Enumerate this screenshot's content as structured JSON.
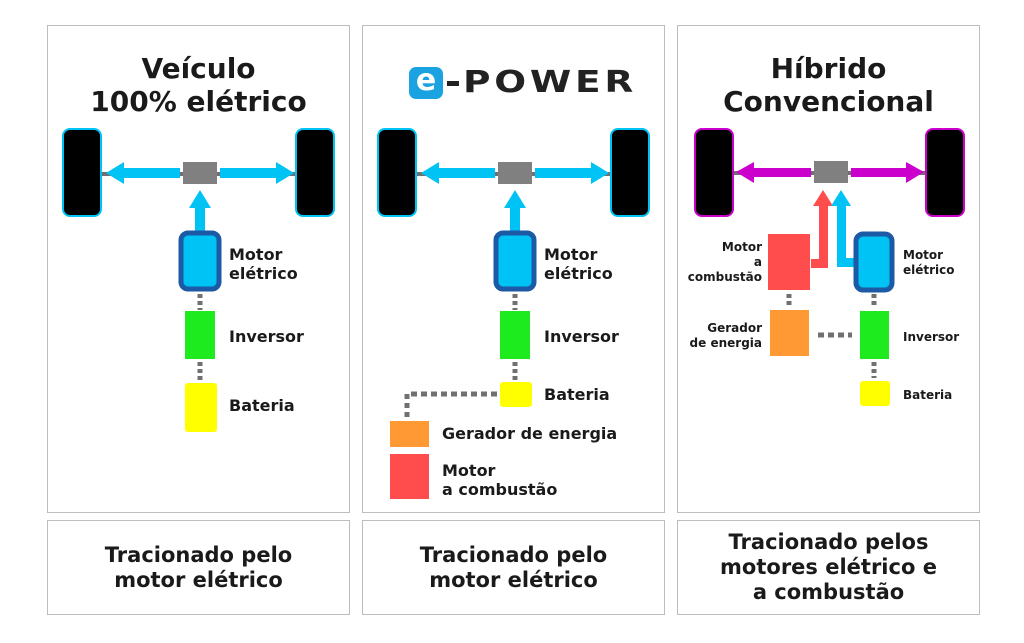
{
  "colors": {
    "electric": "#00c3f5",
    "electric_border": "#1d5aa5",
    "inverter": "#1eeb1e",
    "battery": "#ffff00",
    "generator": "#ff9933",
    "combustion": "#ff4d4d",
    "hybrid_arrow": "#cc00cc",
    "hub": "#808080",
    "connector": "#707070"
  },
  "panels": [
    {
      "title": "Veículo\n100% elétrico",
      "labels": {
        "motor": "Motor\nelétrico",
        "inverter": "Inversor",
        "battery": "Bateria"
      },
      "footer": "Tracionado pelo motor elétrico"
    },
    {
      "logo_text": "POWER",
      "logo_letter": "e",
      "labels": {
        "motor": "Motor\nelétrico",
        "inverter": "Inversor",
        "battery": "Bateria",
        "generator": "Gerador de energia",
        "combustion": "Motor\na combustão"
      },
      "footer": "Tracionado pelo motor elétrico"
    },
    {
      "title": "Híbrido\nConvencional",
      "labels": {
        "combustion": "Motor\na\ncombustão",
        "motor": "Motor\nelétrico",
        "generator": "Gerador\nde energia",
        "inverter": "Inversor",
        "battery": "Bateria"
      },
      "footer": "Tracionado pelos motores elétrico e a combustão"
    }
  ]
}
